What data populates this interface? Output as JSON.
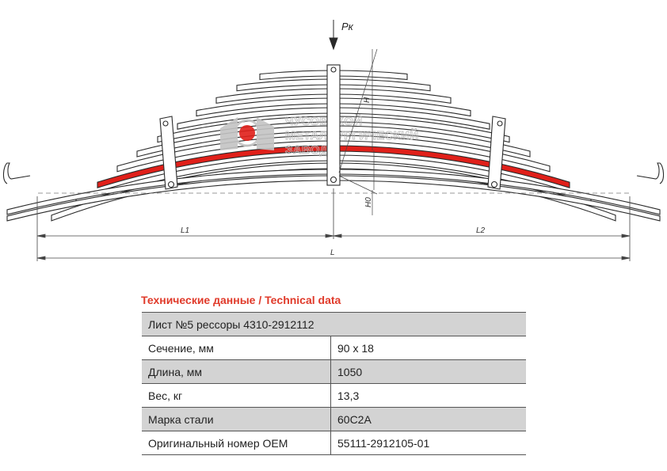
{
  "drawing": {
    "load_label": "Pк",
    "dim_L1": "L1",
    "dim_L2": "L2",
    "dim_L": "L",
    "dim_H": "H",
    "dim_H0": "H0",
    "highlight_color": "#e0201a",
    "watermark": {
      "line1": "ЧУСОВСКОЙ",
      "line2": "МЕТАЛЛУРГИЧЕСКИЙ",
      "line3": "ЗАВОД",
      "logo_color": "#e0201a"
    }
  },
  "table": {
    "title": "Технические данные / Technical data",
    "header": "Лист №5 рессоры 4310-2912112",
    "rows": [
      {
        "label": "Сечение, мм",
        "value": "90 x 18"
      },
      {
        "label": "Длина, мм",
        "value": "1050"
      },
      {
        "label": "Вес, кг",
        "value": "13,3"
      },
      {
        "label": "Марка стали",
        "value": "60С2А"
      },
      {
        "label": "Оригинальный номер ОЕМ",
        "value": "55111-2912105-01"
      }
    ]
  }
}
